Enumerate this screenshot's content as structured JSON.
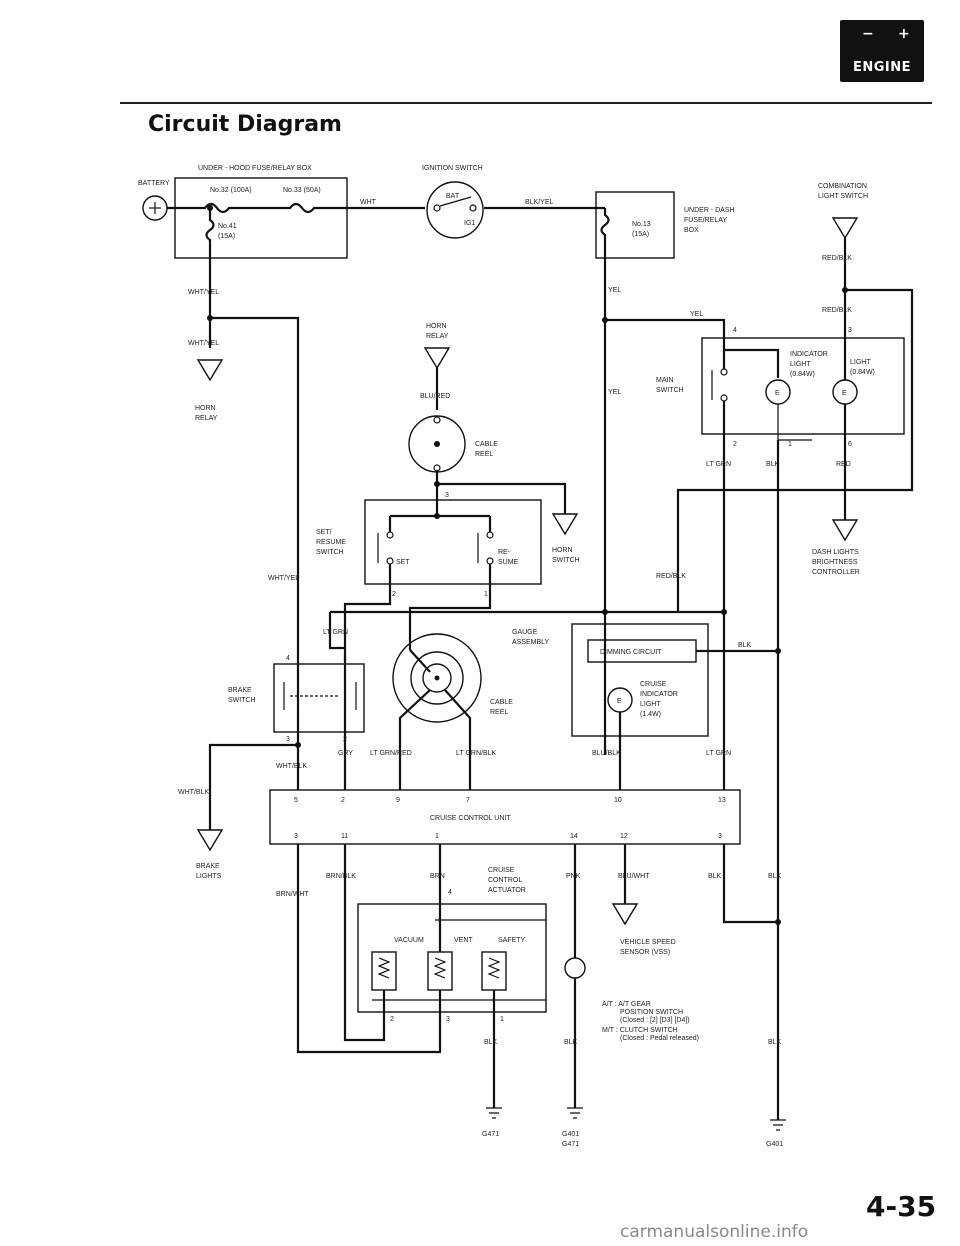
{
  "header": {
    "badge_plus": "+",
    "badge_minus": "−",
    "badge_label": "ENGINE",
    "title": "Circuit Diagram"
  },
  "page_number": "4-35",
  "watermark": "carmanualsonline.info",
  "labels": {
    "battery": "BATTERY",
    "uh_box": "UNDER - HOOD FUSE/RELAY BOX",
    "fuse32": "No.32 (100A)",
    "fuse33": "No.33 (50A)",
    "fuse41a": "No.41",
    "fuse41b": "(15A)",
    "ign_switch": "IGNITION SWITCH",
    "bat": "BAT",
    "ig1": "IG1",
    "ud_fuse13a": "No.13",
    "ud_fuse13b": "(15A)",
    "ud_box1": "UNDER - DASH",
    "ud_box2": "FUSE/RELAY",
    "ud_box3": "BOX",
    "comb1": "COMBINATION",
    "comb2": "LIGHT SWITCH",
    "horn_relay1": "HORN",
    "horn_relay2": "RELAY",
    "cable_reel1": "CABLE",
    "cable_reel2": "REEL",
    "main_sw1": "MAIN",
    "main_sw2": "SWITCH",
    "ind1": "INDICATOR",
    "ind2": "LIGHT",
    "ind3": "(0.84W)",
    "light1": "LIGHT",
    "light2": "(0.84W)",
    "setres1": "SET/",
    "setres2": "RESUME",
    "setres3": "SWITCH",
    "set": "SET",
    "re": "RE-",
    "sume": "SUME",
    "horn_sw1": "HORN",
    "horn_sw2": "SWITCH",
    "dash1": "DASH LIGHTS",
    "dash2": "BRIGHTNESS",
    "dash3": "CONTROLLER",
    "gauge1": "GAUGE",
    "gauge2": "ASSEMBLY",
    "dimming": "DIMMING CIRCUIT",
    "cruise_ind1": "CRUISE",
    "cruise_ind2": "INDICATOR",
    "cruise_ind3": "LIGHT",
    "cruise_ind4": "(1.4W)",
    "brake_sw1": "BRAKE",
    "brake_sw2": "SWITCH",
    "brake_lights1": "BRAKE",
    "brake_lights2": "LIGHTS",
    "ccu": "CRUISE CONTROL UNIT",
    "act1": "CRUISE",
    "act2": "CONTROL",
    "act3": "ACTUATOR",
    "vacuum": "VACUUM",
    "vent": "VENT",
    "safety": "SAFETY",
    "vss1": "VEHICLE SPEED",
    "vss2": "SENSOR (VSS)",
    "at1": "A/T : A/T GEAR",
    "at2": "POSITION SWITCH",
    "at3": "(Closed : [2] [D3] [D4])",
    "mt1": "M/T : CLUTCH SWITCH",
    "mt2": "(Closed : Pedal released)",
    "g471": "G471",
    "g401": "G401",
    "g471b": "G471",
    "g401b": "G401"
  },
  "wires": {
    "wht": "WHT",
    "blk_yel": "BLK/YEL",
    "wht_yel": "WHT/YEL",
    "blu_red": "BLU/RED",
    "yel": "YEL",
    "red_blk": "RED/BLK",
    "lt_grn": "LT GRN",
    "blk": "BLK",
    "red": "RED",
    "wht_blk": "WHT/BLK",
    "gry": "GRY",
    "lt_grn_red": "LT GRN/RED",
    "lt_grn_blk": "LT GRN/BLK",
    "blu_blk": "BLU/BLK",
    "brn_wht": "BRN/WHT",
    "brn_blk": "BRN/BLK",
    "brn": "BRN",
    "pnk": "PNK",
    "blu_wht": "BLU/WHT"
  },
  "pins": {
    "p1": "1",
    "p2": "2",
    "p3": "3",
    "p4": "4",
    "p5": "5",
    "p7": "7",
    "p9": "9",
    "p10": "10",
    "p11": "11",
    "p12": "12",
    "p13": "13",
    "p14": "14"
  }
}
